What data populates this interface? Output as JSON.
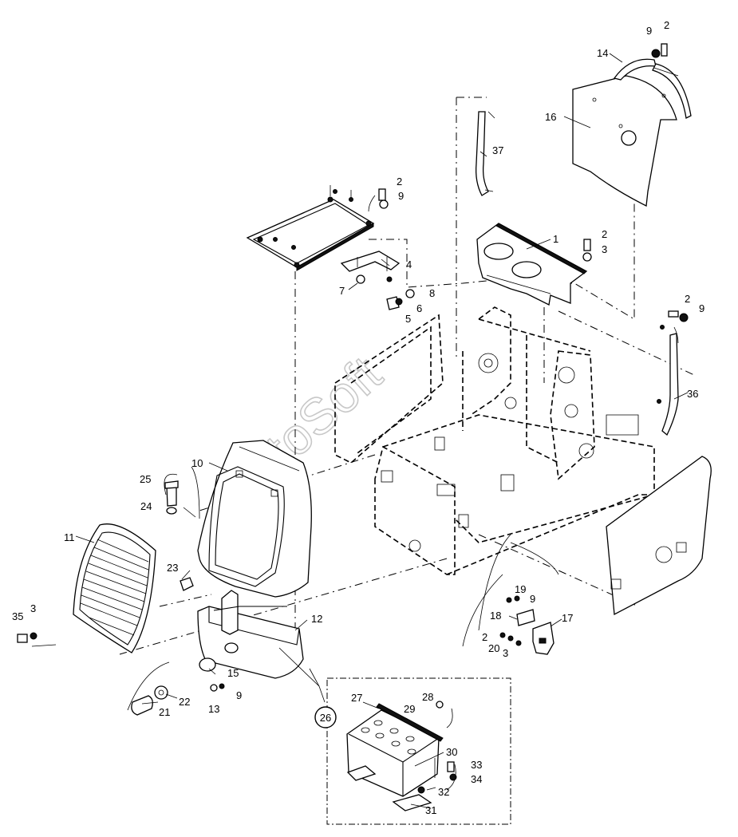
{
  "diagram": {
    "watermark": "AutoSoft",
    "group_callout": "26",
    "callouts": [
      {
        "id": "c1",
        "label": "1"
      },
      {
        "id": "c2a",
        "label": "2"
      },
      {
        "id": "c2b",
        "label": "2"
      },
      {
        "id": "c2c",
        "label": "2"
      },
      {
        "id": "c2d",
        "label": "2"
      },
      {
        "id": "c2e",
        "label": "2"
      },
      {
        "id": "c3a",
        "label": "3"
      },
      {
        "id": "c3b",
        "label": "3"
      },
      {
        "id": "c3c",
        "label": "3"
      },
      {
        "id": "c4",
        "label": "4"
      },
      {
        "id": "c5",
        "label": "5"
      },
      {
        "id": "c6",
        "label": "6"
      },
      {
        "id": "c7",
        "label": "7"
      },
      {
        "id": "c8",
        "label": "8"
      },
      {
        "id": "c9a",
        "label": "9"
      },
      {
        "id": "c9b",
        "label": "9"
      },
      {
        "id": "c9c",
        "label": "9"
      },
      {
        "id": "c9d",
        "label": "9"
      },
      {
        "id": "c9e",
        "label": "9"
      },
      {
        "id": "c10",
        "label": "10"
      },
      {
        "id": "c11",
        "label": "11"
      },
      {
        "id": "c12",
        "label": "12"
      },
      {
        "id": "c13",
        "label": "13"
      },
      {
        "id": "c14",
        "label": "14"
      },
      {
        "id": "c15",
        "label": "15"
      },
      {
        "id": "c16",
        "label": "16"
      },
      {
        "id": "c17",
        "label": "17"
      },
      {
        "id": "c18",
        "label": "18"
      },
      {
        "id": "c19",
        "label": "19"
      },
      {
        "id": "c20",
        "label": "20"
      },
      {
        "id": "c21",
        "label": "21"
      },
      {
        "id": "c22",
        "label": "22"
      },
      {
        "id": "c23",
        "label": "23"
      },
      {
        "id": "c24",
        "label": "24"
      },
      {
        "id": "c25",
        "label": "25"
      },
      {
        "id": "c27",
        "label": "27"
      },
      {
        "id": "c28",
        "label": "28"
      },
      {
        "id": "c29",
        "label": "29"
      },
      {
        "id": "c30",
        "label": "30"
      },
      {
        "id": "c31",
        "label": "31"
      },
      {
        "id": "c32",
        "label": "32"
      },
      {
        "id": "c33",
        "label": "33"
      },
      {
        "id": "c34",
        "label": "34"
      },
      {
        "id": "c35",
        "label": "35"
      },
      {
        "id": "c36",
        "label": "36"
      },
      {
        "id": "c37",
        "label": "37"
      }
    ]
  }
}
